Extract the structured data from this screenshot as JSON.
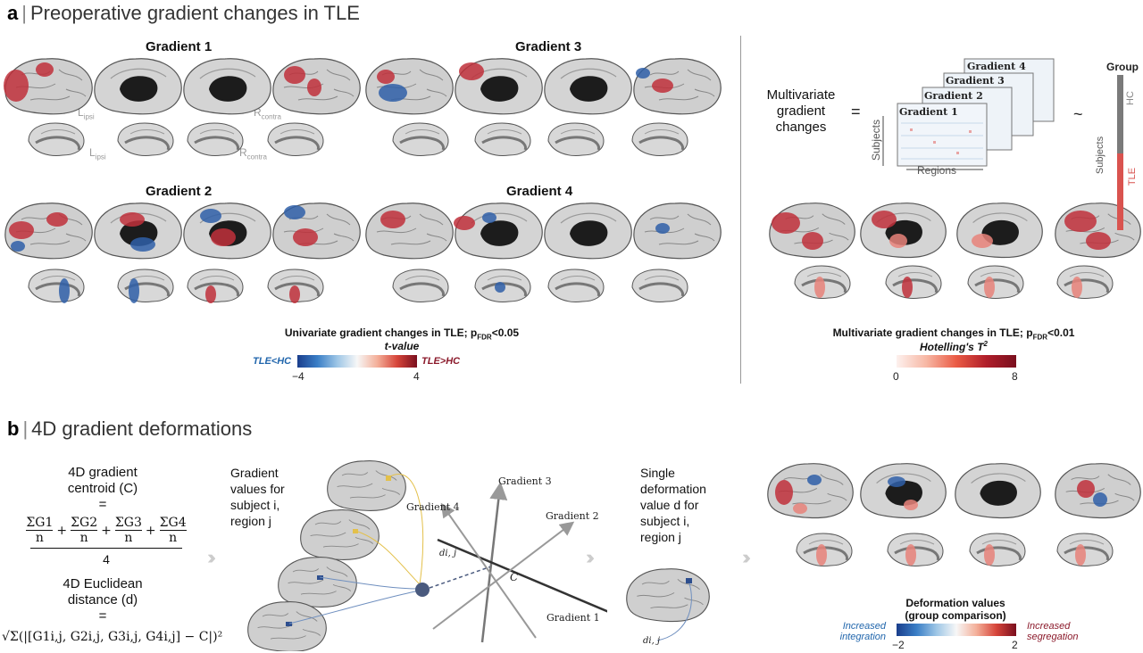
{
  "panel_a": {
    "letter": "a",
    "title": "Preoperative gradient changes in TLE",
    "gradients": [
      "Gradient 1",
      "Gradient 2",
      "Gradient 3",
      "Gradient 4"
    ],
    "hemi_labels": {
      "left": "L",
      "left_sub": "ipsi",
      "right": "R",
      "right_sub": "contra"
    },
    "univariate_title": "Univariate gradient changes in TLE; p",
    "univariate_p_sub": "FDR",
    "univariate_thr": "<0.05",
    "univariate_metric": "t-value",
    "left_end": "TLE<HC",
    "right_end": "TLE>HC",
    "t_min": "−4",
    "t_max": "4",
    "multivariate_label": [
      "Multivariate",
      "gradient",
      "changes"
    ],
    "equals": "=",
    "tilde": "~",
    "matrix_labels": [
      "Gradient 1",
      "Gradient 2",
      "Gradient 3",
      "Gradient 4"
    ],
    "subjects_label": "Subjects",
    "regions_label": "Regions",
    "group_label": "Group",
    "hc_label": "HC",
    "tle_label": "TLE",
    "multi_title": "Multivariate gradient changes in TLE; p",
    "multi_p_sub": "FDR",
    "multi_thr": "<0.01",
    "multi_metric": "Hotelling's T",
    "multi_metric_sup": "2",
    "h_min": "0",
    "h_max": "8"
  },
  "panel_b": {
    "letter": "b",
    "title": "4D gradient deformations",
    "centroid_title": [
      "4D gradient",
      "centroid (C)",
      "="
    ],
    "centroid_frac": [
      "ΣG1",
      "ΣG2",
      "ΣG3",
      "ΣG4"
    ],
    "centroid_n": "n",
    "centroid_den": "4",
    "dist_title": [
      "4D Euclidean",
      "distance (d)",
      "="
    ],
    "dist_formula": "√Σ(|[G1i,j, G2i,j, G3i,j, G4i,j] − C|)²",
    "values_text": [
      "Gradient",
      "values for",
      "subject i,",
      "region j"
    ],
    "axis_labels": [
      "Gradient 3",
      "Gradient 4",
      "Gradient 2",
      "Gradient 1"
    ],
    "c_label": "C",
    "d_label": "di, j",
    "single_text": [
      "Single",
      "deformation",
      "value d for",
      "subject i,",
      "region j"
    ],
    "d_label2": "di, j",
    "deform_title": [
      "Deformation values",
      "(group comparison)"
    ],
    "left_end": [
      "Increased",
      "integration"
    ],
    "right_end": [
      "Increased",
      "segregation"
    ],
    "d_min": "−2",
    "d_max": "2"
  },
  "colors": {
    "red": "#b2182b",
    "blue": "#2166ac",
    "brain_grey": "#cfcfcf",
    "medial_black": "#1c1c1c",
    "hc_grey": "#7a7a7a",
    "tle_red": "#d9534f"
  }
}
